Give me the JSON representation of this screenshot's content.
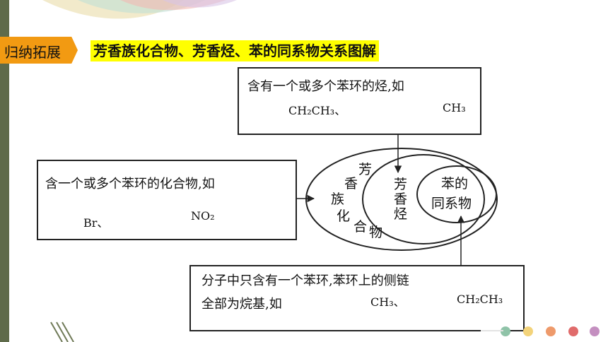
{
  "tag": {
    "label": "归纳拓展"
  },
  "title": "芳香族化合物、芳香烃、苯的同系物关系图解",
  "top_box": {
    "line1": "含有一个或多个苯环的烃,如",
    "formula_a": "CH₂CH₃、",
    "formula_b": "CH₃"
  },
  "left_box": {
    "line1": "含一个或多个苯环的化合物,如",
    "formula_a": "Br、",
    "formula_b": "NO₂"
  },
  "bottom_box": {
    "line1": "分子中只含有一个苯环,苯环上的侧链",
    "line2": "全部为烷基,如",
    "formula_a": "CH₃、",
    "formula_b": "CH₂CH₃"
  },
  "circles": {
    "outer_chars": [
      "芳",
      "香",
      "族",
      "化",
      "合",
      "物"
    ],
    "middle_chars": [
      "芳",
      "香",
      "烃"
    ],
    "inner_line1": "苯的",
    "inner_line2": "同系物"
  },
  "colors": {
    "tag": "#f29a12",
    "title_highlight": "#ffff00",
    "left_bar": "#5f6b4a",
    "dots": [
      "#8fc3a8",
      "#f3d37a",
      "#ee9a6b",
      "#e06b6b",
      "#c48fc0"
    ]
  }
}
